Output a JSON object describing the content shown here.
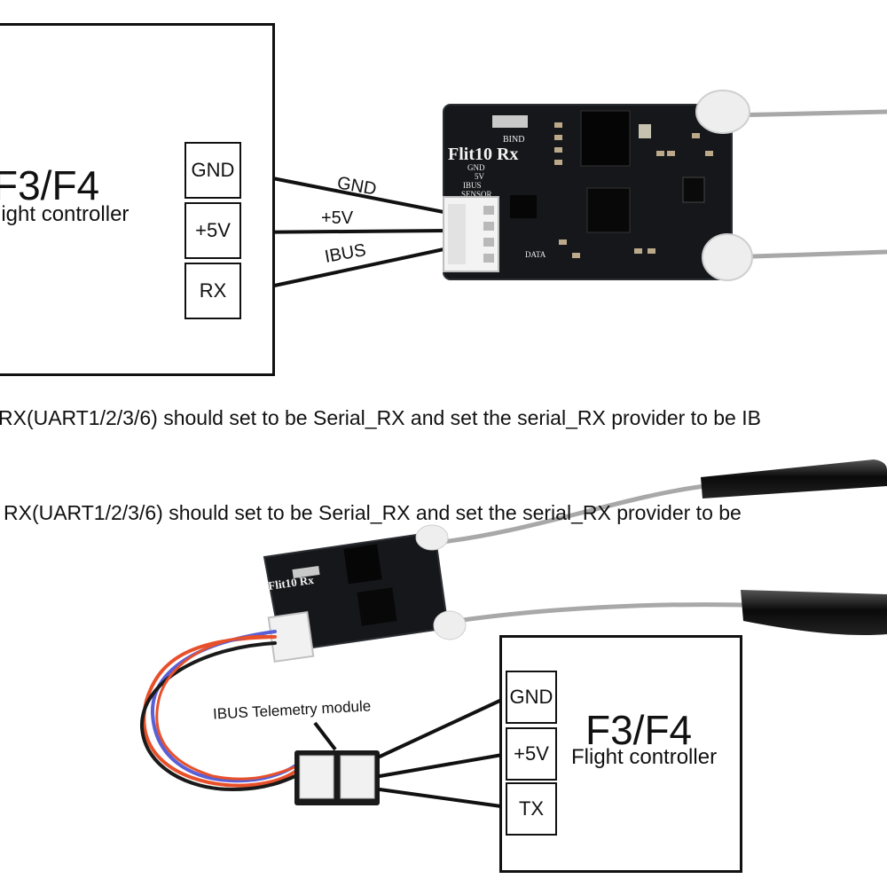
{
  "top_section": {
    "controller": {
      "title": "F3/F4",
      "subtitle": "light controller",
      "pins": [
        "GND",
        "+5V",
        "RX"
      ]
    },
    "wire_labels": [
      "GND",
      "+5V",
      "IBUS"
    ],
    "receiver": {
      "name": "Flit10 Rx",
      "silkscreen": [
        "BIND",
        "GND",
        "5V",
        "IBUS",
        "SENSOR",
        "DATA"
      ]
    },
    "note": "RX(UART1/2/3/6) should set to be Serial_RX and set the serial_RX provider to be IB"
  },
  "bottom_section": {
    "note": "RX(UART1/2/3/6) should set to be Serial_RX and set the serial_RX provider to be",
    "receiver": {
      "name": "Flit10 Rx"
    },
    "module_label": "IBUS Telemetry module",
    "controller": {
      "title": "F3/F4",
      "subtitle": "Flight controller",
      "pins": [
        "GND",
        "+5V",
        "TX"
      ]
    }
  },
  "colors": {
    "line": "#111111",
    "pcb": "#15171a",
    "antenna_cable": "#a8a8a8",
    "wire_orange": "#e8502a",
    "wire_blue": "#5a5fd6",
    "wire_black": "#1a1a1a"
  }
}
